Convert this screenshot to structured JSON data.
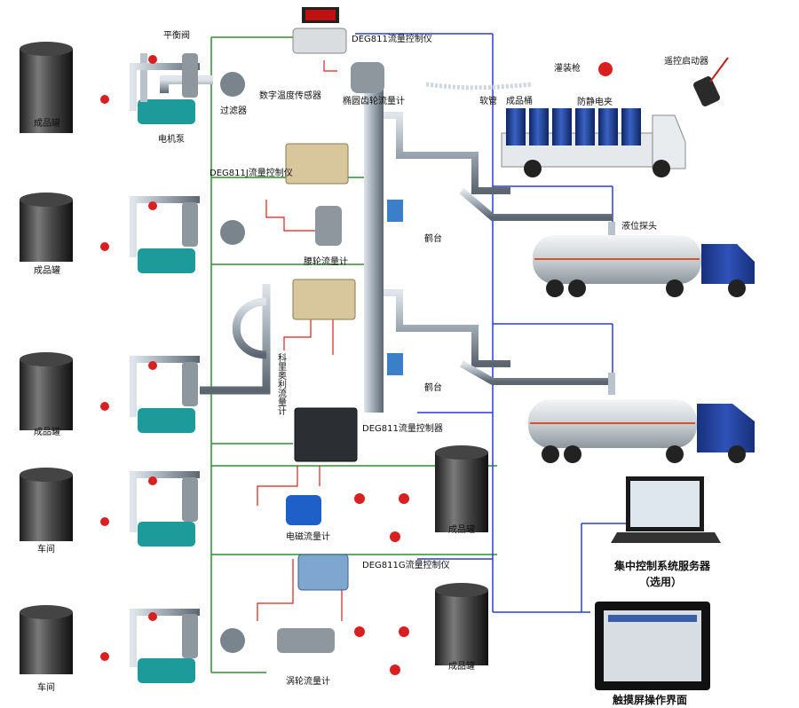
{
  "labels": {
    "balance_valve": "平衡阀",
    "tank": "成品罐",
    "workshop": "车间",
    "motor_pump": "电机泵",
    "filter": "过滤器",
    "temp_sensor": "数字温度传感器",
    "oval_gear_meter": "椭圆齿轮流量计",
    "deg811_controller": "DEG811流量控制仪",
    "hose": "软管",
    "product_barrel": "成品桶",
    "filling_gun": "灌装枪",
    "antistatic_clamp": "防静电夹",
    "remote_starter": "遥控启动器",
    "deg811j_controller": "DEG811J流量控制仪",
    "waist_wheel_meter": "腰轮流量计",
    "crane": "鹤台",
    "level_probe": "液位探头",
    "coriolis_meter": "科里奥利流量计",
    "deg811_controller_box": "DEG811流量控制器",
    "electromag_meter": "电磁流量计",
    "deg811g_controller": "DEG811G流量控制仪",
    "turbine_meter": "涡轮流量计",
    "central_server": "集中控制系统服务器",
    "optional": "（选用）",
    "touch_screen": "触摸屏操作界面"
  },
  "colors": {
    "green_line": "#2f8f2f",
    "blue_line": "#2a3fd0",
    "red_line": "#d82020",
    "pipe": "#b9c3cc",
    "tank": "#3a3a3a",
    "pump": "#1d9a9a",
    "barrel": "#1c3d8f",
    "cab": "#243f9a",
    "tanker": "#d8dde0"
  }
}
